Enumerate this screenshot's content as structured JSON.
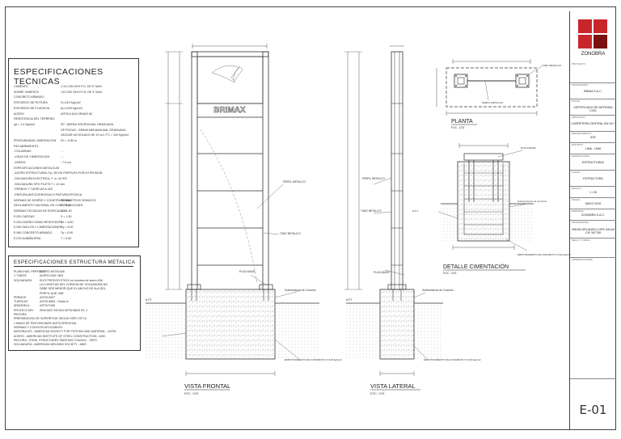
{
  "specs": {
    "title": "ESPECIFICACIONES TECNICAS",
    "lines": [
      [
        "CIMIENTO",
        "1:10 CON 30% P.G. DE 6\" MAX."
      ],
      [
        "SOBRE CIMIENTO",
        "1:8 CON 25% P.CH. DE 3\" MAX."
      ],
      [
        "CONCRETO ARMADO:",
        ""
      ],
      [
        "ESFUERZO DE ROTURA",
        "f'c=210 Kg/cm2"
      ],
      [
        "ESFUERZO DE FLUENCIA",
        "fy=4,200 Kg/cm2"
      ],
      [
        "ACERO",
        "ASTM A 615 GRADO 60"
      ],
      [
        "RESISTENCIA DEL TERRENO:",
        ""
      ],
      [
        "qa = 1.0 Kg/cm2",
        "SP : ARENA GRUESA MAL GRADUADA"
      ],
      [
        "",
        "GP ROCAS : GRAVA MEDIANA MAL GRADUADA"
      ],
      [
        "",
        "VACEAR UN SOLADO DE 10 cm, F'C = 100 Kg/cm2"
      ],
      [
        "PROFUNDIDAD CIMENTACION",
        "Df = -0.80 m"
      ],
      [
        "RECUBRIMIENTO:",
        ""
      ],
      [
        "-COLUMNAS",
        ": -"
      ],
      [
        "-VIGAS DE CIMENTACION",
        ": -"
      ],
      [
        "-ZAPATA",
        ": 7.5 cm."
      ],
      [
        "ESPECIFICACIONES METALICAS",
        ""
      ],
      [
        "-ACERO ESTRUCTURAL Fy= 36 KSI PERFILES POR EXTRUSION",
        ""
      ],
      [
        "-SOLDADURA ELECTRICA, F u= 42 KSI",
        ""
      ],
      [
        "-SOLDADURA TIPO FILETE T= 12 mm",
        ""
      ],
      [
        "-PERNOS Y TUERCAS A 325",
        ""
      ],
      [
        "-PINTURA ANTICORROSIVA O PINTURA EPOXICA",
        ""
      ],
      [
        "NORMAS DE DISEÑO Y CONSTRUCCION:",
        "PARAMETROS SISMICOS"
      ],
      [
        "REGLAMENTO NACIONAL DE CONSTRUCCIONES",
        "Z = 0.40"
      ],
      [
        "NORMAS TECNICAS DE EDIFICACION:",
        "U = 1.00"
      ],
      [
        "E.020 CARGAS",
        "S = 1.50"
      ],
      [
        "E.030 DISEÑO SISMO RESISTENTE",
        "Rx = 8.00"
      ],
      [
        "E.050 SUELOS Y CIMENTACIONES",
        "Ry = 8.00"
      ],
      [
        "E.060 CONCRETO ARMADO",
        "Tp = 0.90"
      ],
      [
        "E.070 ALBAÑILERIA",
        "T = 0.60"
      ]
    ]
  },
  "metal": {
    "title": "ESPECIFICACIONES ESTRUCTURA METALICA",
    "lines": [
      [
        "PLANCHAS, PERFILES",
        "ACERO ASTM A36"
      ],
      [
        "Y TUBOS",
        "ACERO A36 / A53"
      ],
      [
        "SOLDADURA",
        "ELECTRODOS E70XX en uniones de acero A36"
      ],
      [
        "",
        "LA LONGITUD DEL CORDON DE SOLDADURA NO"
      ],
      [
        "",
        "DEBE SER MENOR QUE EL ANCHO DE ALA DEL"
      ],
      [
        "",
        "PERFIL QUE UNE"
      ],
      [
        "PERNOS",
        "ASTM A307"
      ],
      [
        "TUERCAS",
        "ASTM A563 - Grado A"
      ],
      [
        "ARANDELA",
        "ASTM F436"
      ],
      [
        "PROTECCION",
        "ZINCADO SEGUN ASTM B633 SC 1"
      ],
      [
        "PINTURA",
        ""
      ],
      [
        "PREPARACION DE SUPERFICIE SEGUN SSPC-SP 10",
        ""
      ],
      [
        "1 MANO DE PINTURA BASE ANTICORROSIVA",
        ""
      ],
      [
        "NORMAS Y CODIGOS APLICABLES:",
        ""
      ],
      [
        "MATERIALES - AMERICAN SOCIETY FOR TESTING AND MATERIAL - ASTM",
        ""
      ],
      [
        "ACERO - AMERICAN INSTITUTE OF STEEL CONSTRUCTION - AISC",
        ""
      ],
      [
        "PINTURA - STEEL STRUCTURES PAINTING COUNCIL - SSPC",
        ""
      ],
      [
        "SOLDADURA - AMERICAN WELDING SOCIETY - AWS",
        ""
      ]
    ]
  },
  "views": {
    "frontal": {
      "title": "VISTA FRONTAL",
      "scale": "ESC. 1/25"
    },
    "lateral": {
      "title": "VISTA LATERAL",
      "scale": "ESC. 1/25"
    },
    "planta": {
      "title": "PLANTA",
      "scale": "ESC. 1/25"
    },
    "detalle": {
      "title": "DETALLE CIMENTACIÓN",
      "scale": "ESC. 1/25"
    },
    "panel_text": "BRIMAX"
  },
  "labels": {
    "sobrecimiento": "Sobrecimiento de Concreto",
    "empotramiento": "EMPOTRAMIENTO DE CONCRETO f'c=140 kg/cm2",
    "placa_base": "PLACA BASE",
    "tubo_metalico": "TUBO METALICO",
    "perfil_metalico": "PERFIL METALICO",
    "npt": "N.P.T."
  },
  "titleblock": {
    "brand": "ZONOBRA",
    "fields": [
      {
        "label": "PROYECTO",
        "value": ""
      },
      {
        "label": "PROPIETARIO",
        "value": "BRIMA S.A.C."
      },
      {
        "label": "PLANO",
        "value": "CERTIFICADO DE DEFENSA CIVIL"
      },
      {
        "label": "UBICACION",
        "value": "CARRETERA CENTRAL KM 16.7"
      },
      {
        "label": "DEPARTAMENTO",
        "value": "ATE"
      },
      {
        "label": "DISTRITO",
        "value": "LIMA - LIMA"
      },
      {
        "label": "ESPECIALIDAD",
        "value": "ESTRUCTURAS"
      },
      {
        "label": "PLANO",
        "value": "ESTRUCTURA"
      },
      {
        "label": "ESCALA",
        "value": "1 / 25"
      },
      {
        "label": "FECHA",
        "value": "MAYO 2019"
      },
      {
        "label": "EMPRESA",
        "value": "ZONOBRA S.A.C."
      },
      {
        "label": "PROFESIONAL",
        "value": "JHEAN ORLANDO LOPE SALAZ CIP 167759"
      },
      {
        "label": "SELLO Y FIRMA",
        "value": ""
      },
      {
        "label": "OBSERVACIONES",
        "value": ""
      }
    ],
    "sheet": "E-01"
  }
}
